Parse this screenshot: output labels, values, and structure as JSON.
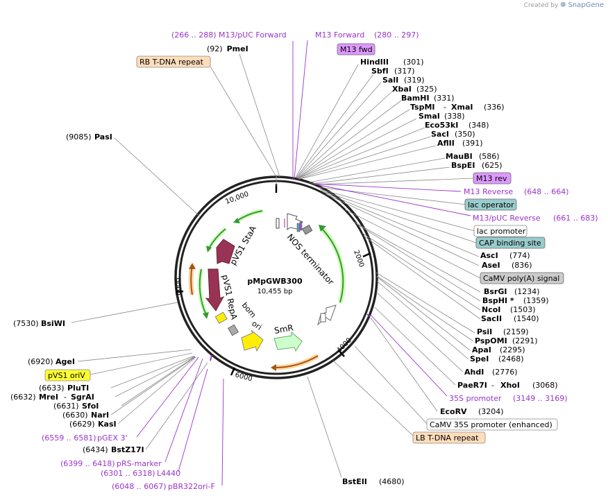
{
  "brand": {
    "created_by": "Created by",
    "product": "SnapGene",
    "icon": "snapgene-logo-icon"
  },
  "plasmid": {
    "name": "pMpGWB300",
    "length_label": "10,455 bp",
    "length": 10455
  },
  "ruler": [
    "10,000",
    "2000",
    "4000",
    "6000",
    "8000"
  ],
  "colors": {
    "primer": "#9933cc",
    "feature_green": "#33aa33",
    "feature_orange": "#cc7722",
    "feature_maroon": "#993355",
    "feature_yellow": "#ffee00",
    "feature_lightgreen": "#ccffcc",
    "box_primer": "#dd99ff",
    "box_teal": "#99cccc",
    "box_gray": "#cccccc",
    "box_peach": "#ffddbb",
    "box_yellow": "#ffff33"
  },
  "feature_labels": {
    "stA": "pVS1 StaA",
    "repA": "pVS1 RepA",
    "bom": "bom",
    "ori": "ori",
    "smR": "SmR",
    "nos": "NOS terminator"
  },
  "sites_right": [
    {
      "name": "PmeI",
      "pos": "(92)"
    },
    {
      "name": "HindIII",
      "pos": "(301)"
    },
    {
      "name": "SbfI",
      "pos": "(317)"
    },
    {
      "name": "SalI",
      "pos": "(319)"
    },
    {
      "name": "XbaI",
      "pos": "(325)"
    },
    {
      "name": "BamHI",
      "pos": "(331)"
    },
    {
      "name": "TspMI",
      "name2": "XmaI",
      "pos": "(336)"
    },
    {
      "name": "SmaI",
      "pos": "(338)"
    },
    {
      "name": "Eco53kI",
      "pos": "(348)"
    },
    {
      "name": "SacI",
      "pos": "(350)"
    },
    {
      "name": "AflII",
      "pos": "(391)"
    },
    {
      "name": "MauBI",
      "pos": "(586)"
    },
    {
      "name": "BspEI",
      "pos": "(625)"
    },
    {
      "name": "AscI",
      "pos": "(774)"
    },
    {
      "name": "AseI",
      "pos": "(836)"
    },
    {
      "name": "BsrGI",
      "pos": "(1234)"
    },
    {
      "name": "BspHI *",
      "pos": "(1359)"
    },
    {
      "name": "NcoI",
      "pos": "(1503)"
    },
    {
      "name": "SacII",
      "pos": "(1540)"
    },
    {
      "name": "PsiI",
      "pos": "(2159)"
    },
    {
      "name": "PspOMI",
      "pos": "(2291)"
    },
    {
      "name": "ApaI",
      "pos": "(2295)"
    },
    {
      "name": "SpeI",
      "pos": "(2468)"
    },
    {
      "name": "AhdI",
      "pos": "(2776)"
    },
    {
      "name": "PaeR7I",
      "name2": "XhoI",
      "pos": "(3068)"
    },
    {
      "name": "EcoRV",
      "pos": "(3204)"
    },
    {
      "name": "BstEII",
      "pos": "(4680)"
    }
  ],
  "sites_left": [
    {
      "name": "PasI",
      "pos": "(9085)"
    },
    {
      "name": "BsiWI",
      "pos": "(7530)"
    },
    {
      "name": "AgeI",
      "pos": "(6920)"
    },
    {
      "name": "PluTI",
      "pos": "(6633)"
    },
    {
      "name": "MreI",
      "name2": "SgrAI",
      "pos": "(6632)"
    },
    {
      "name": "SfoI",
      "pos": "(6631)"
    },
    {
      "name": "NarI",
      "pos": "(6630)"
    },
    {
      "name": "KasI",
      "pos": "(6629)"
    },
    {
      "name": "BstZ17I",
      "pos": "(6434)"
    }
  ],
  "primers": [
    {
      "name": "M13/pUC Forward",
      "pos": "(266 .. 288)"
    },
    {
      "name": "M13 Forward",
      "pos": "(280 .. 297)"
    },
    {
      "name": "M13 Reverse",
      "pos": "(648 .. 664)"
    },
    {
      "name": "M13/pUC Reverse",
      "pos": "(661 .. 683)"
    },
    {
      "name": "35S promoter",
      "pos": "(3149 .. 3169)"
    },
    {
      "name": "pGEX 3'",
      "pos": "(6559 .. 6581)"
    },
    {
      "name": "pRS-marker",
      "pos": "(6399 .. 6418)"
    },
    {
      "name": "L4440",
      "pos": "(6301 .. 6318)"
    },
    {
      "name": "pBR322ori-F",
      "pos": "(6048 .. 6067)"
    }
  ],
  "feature_boxes": [
    {
      "label": "RB T-DNA repeat",
      "color": "#ffddbb"
    },
    {
      "label": "M13 fwd",
      "color": "#dd99ff"
    },
    {
      "label": "M13 rev",
      "color": "#dd99ff"
    },
    {
      "label": "lac operator",
      "color": "#99cccc"
    },
    {
      "label": "lac promoter",
      "color": "#ffffff"
    },
    {
      "label": "CAP binding site",
      "color": "#99cccc"
    },
    {
      "label": "CaMV poly(A) signal",
      "color": "#cccccc"
    },
    {
      "label": "CaMV 35S promoter (enhanced)",
      "color": "#ffffff"
    },
    {
      "label": "LB T-DNA repeat",
      "color": "#ffddbb"
    },
    {
      "label": "pVS1 oriV",
      "color": "#ffff33"
    }
  ]
}
